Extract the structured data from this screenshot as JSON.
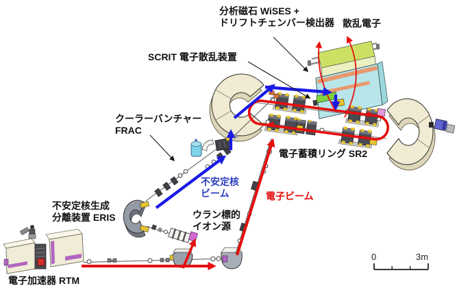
{
  "diagram": {
    "labels": {
      "detector": "分析磁石 WiSES +\nドリフトチェンバー検出器",
      "scattered_electrons": "散乱電子",
      "scrit": "SCRIT 電子散乱装置",
      "cooler_buncher": "クーラーバンチャー\nFRAC",
      "storage_ring": "電子蓄積リング SR2",
      "ri_beam": "不安定核\nビーム",
      "electron_beam": "電子ビーム",
      "eris": "不安定核生成\n分離装置 ERIS",
      "uranium_ion_source": "ウラン標的\nイオン源",
      "rtm": "電子加速器 RTM"
    },
    "scale_bar": {
      "start": "0",
      "end": "3m"
    },
    "beams": [
      {
        "name": "electron-beam",
        "label": "電子ビーム",
        "color": "#e60d0d"
      },
      {
        "name": "unstable-nuclei-beam",
        "label": "不安定核ビーム",
        "color": "#1a1ae6"
      },
      {
        "name": "scattered-electrons",
        "label": "散乱電子",
        "color": "#e60d0d"
      }
    ],
    "colors": {
      "background": "#ffffff",
      "electron_beam_red": "#e60d0d",
      "ri_beam_blue": "#1a1ae6",
      "blue_label_text": "#2b3fc0",
      "dipole_beige": "#f1ebd4",
      "wises_cyan": "#b7e5e9",
      "drift_chamber_green": "#cde063",
      "scrit_green": "#7fd23c",
      "quad_gray": "#4a4b52",
      "quad_pad_yellow": "#e6c42e",
      "label_text": "#111111"
    }
  }
}
